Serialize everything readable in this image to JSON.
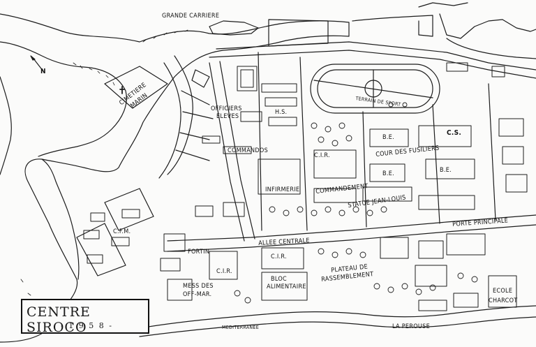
{
  "map": {
    "title": "CENTRE SIROCO",
    "year": "- 1 9 5 8 -",
    "north": "N",
    "labels": {
      "grande_carriere": "GRANDE CARRIERE",
      "cimetiere": "CIMETIERE",
      "marin": "MARIN",
      "officiers": "OFFICIERS",
      "eleves": "ELEVES",
      "hs": "H.S.",
      "commandos": "COMMANDOS",
      "terrain_sport": "TERRAIN DE SPORT",
      "cs": "C.S.",
      "be1": "B.E.",
      "be2": "B.E.",
      "be3": "B.E.",
      "cour_fusiliers": "COUR DES FUSILIERS",
      "cir1": "C.I.R.",
      "infirmerie": "INFIRMERIE",
      "commandement": "COMMANDEMENT",
      "statue": "STATUE JEAN-LOUIS",
      "porte": "PORTE PRINCIPALE",
      "allee": "ALLEE CENTRALE",
      "cfm": "C.F.M.",
      "fortin": "FORTIN",
      "cir2": "C.I.R.",
      "cir3": "C.I.R.",
      "bloc": "BLOC",
      "alimentaire": "ALIMENTAIRE",
      "plateau": "PLATEAU DE",
      "rassemblement": "RASSEMBLEMENT",
      "mess": "MESS DES",
      "offmar": "OFF-MAR.",
      "ecole": "ECOLE",
      "charcot": "CHARCOT",
      "mediterranee": "MEDITERRANEE",
      "la_perouse": "LA PEROUSE"
    }
  }
}
